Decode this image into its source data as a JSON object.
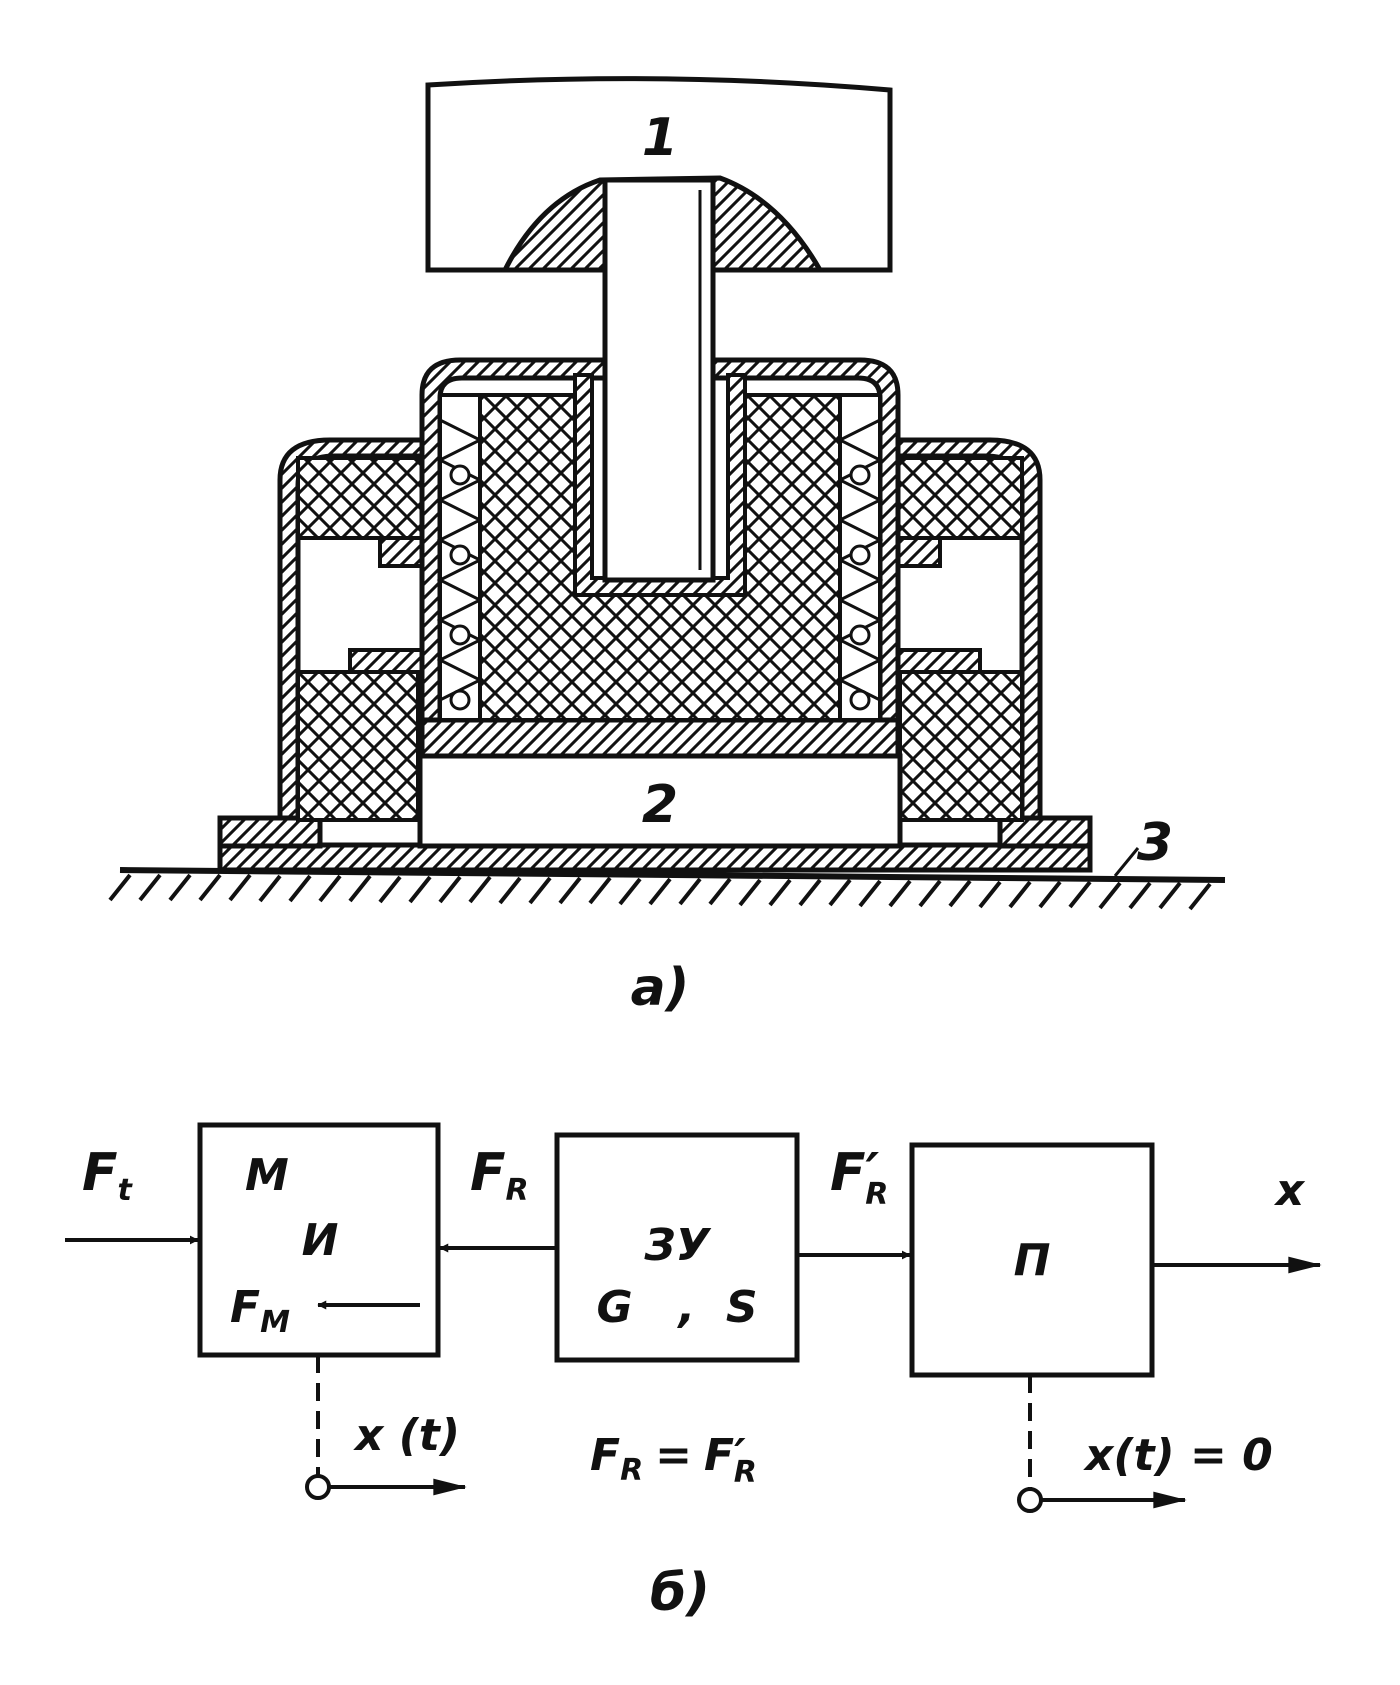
{
  "part_a": {
    "caption": "a)",
    "labels": {
      "part1": "1",
      "part2": "2",
      "part3": "3"
    }
  },
  "part_b": {
    "caption": "б)",
    "input_force": {
      "main": "F",
      "sub": "t"
    },
    "block_m": {
      "title": "M",
      "symbol": "И",
      "force": {
        "main": "F",
        "sub": "M"
      }
    },
    "force_r": {
      "main": "F",
      "sub": "R"
    },
    "block_zu": {
      "title": "ЗУ",
      "params": "G   ,  S"
    },
    "force_r_prime": {
      "main": "F",
      "prime": "′",
      "sub": "R"
    },
    "block_p": {
      "title": "П"
    },
    "output": "x",
    "disp_left": "x (t)",
    "equation": {
      "lhs_main": "F",
      "lhs_sub": "R",
      "op": "=",
      "rhs_main": "F",
      "rhs_prime": "′",
      "rhs_sub": "R"
    },
    "disp_right": "x(t) = 0"
  }
}
